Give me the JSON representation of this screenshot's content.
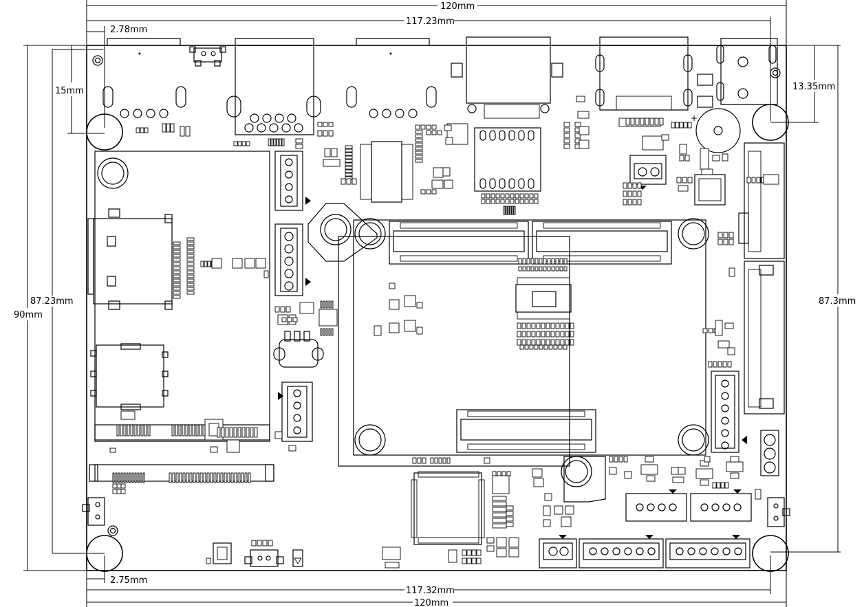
{
  "dimensions": {
    "width_outer_top": "120mm",
    "width_inner_top": "117.23mm",
    "hole_offset_top": "2.78mm",
    "height_left_small": "15mm",
    "height_right_small": "13.35mm",
    "height_left_inner": "87.23mm",
    "height_left_outer": "90mm",
    "height_right_inner": "87.3mm",
    "hole_offset_bottom": "2.75mm",
    "width_inner_bottom": "117.32mm",
    "width_outer_bottom": "120mm"
  },
  "colors": {
    "line": "#000000",
    "background": "#ffffff"
  }
}
